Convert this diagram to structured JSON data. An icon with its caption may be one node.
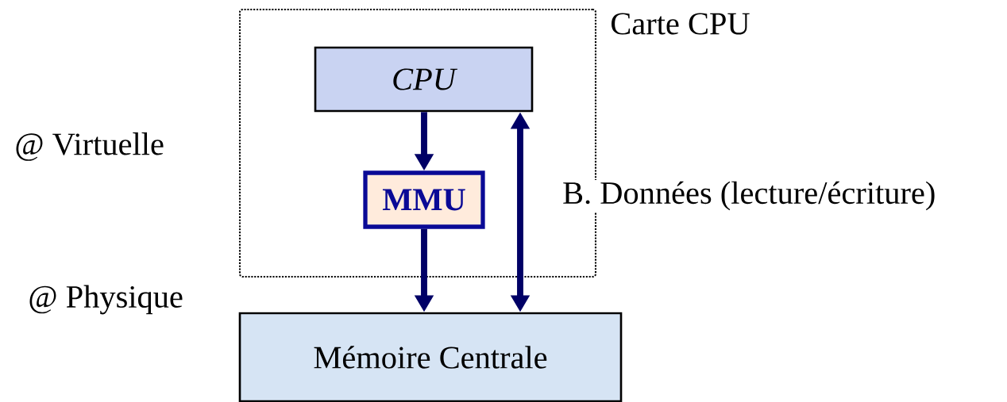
{
  "diagram": {
    "nodes": [
      {
        "text": [
          "Carte CPU"
        ]
      },
      {
        "text": [
          "CPU"
        ],
        "in": 0
      },
      {
        "text": [
          "MMU"
        ],
        "in": 0
      },
      {
        "text": [
          "Mémoire Centrale"
        ]
      }
    ],
    "edges": [
      {
        "from": 1,
        "to": 2,
        "arrow": "to"
      },
      {
        "from": 2,
        "to": 3,
        "arrow": "to"
      },
      {
        "from": 3,
        "to": 1,
        "arrow": "both",
        "label": "B. Données (lecture/écriture)"
      }
    ],
    "labels": [
      "@ Virtuelle",
      "@ Physique"
    ]
  }
}
